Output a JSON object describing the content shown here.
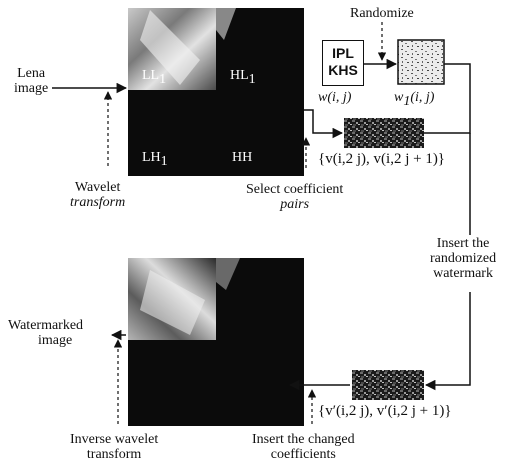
{
  "inputs": {
    "lena_label": [
      "Lena",
      "image"
    ],
    "watermarked_label": [
      "Watermarked",
      "image"
    ]
  },
  "subbands": {
    "ll": "LL",
    "hl": "HL",
    "lh": "LH",
    "hh": "HH",
    "index": "1"
  },
  "watermark": {
    "logo_text": [
      "IPL",
      "KHS"
    ],
    "w_label": "w(i, j)",
    "w1_label": "w",
    "w1_sub": "1",
    "w1_args": "(i, j)"
  },
  "steps": {
    "randomize": "Randomize",
    "wavelet": [
      "Wavelet",
      "transform"
    ],
    "select_pairs": [
      "Select coefficient",
      "pairs"
    ],
    "insert_randomized": [
      "Insert the",
      "randomized",
      "watermark"
    ],
    "inverse_wavelet": [
      "Inverse wavelet",
      "transform"
    ],
    "insert_changed": [
      "Insert the changed",
      "coefficients"
    ]
  },
  "pairs": {
    "original": "{v(i,2 j), v(i,2 j + 1)}",
    "changed": "{v′(i,2 j), v′(i,2 j + 1)}"
  },
  "colors": {
    "line": "#111111",
    "band_dark": "#0b0b0b"
  }
}
